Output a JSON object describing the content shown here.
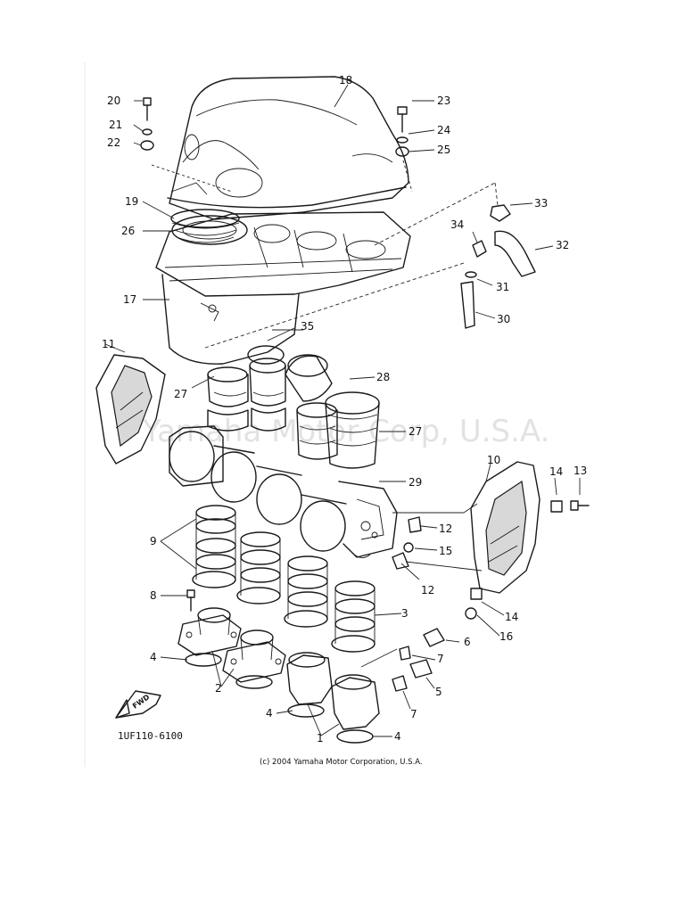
{
  "diagram": {
    "watermark": "Yamaha Motor Corp, U.S.A.",
    "drawing_number": "1UF110-6100",
    "copyright": "(c) 2004 Yamaha Motor Corporation, U.S.A.",
    "direction_marker": "FWD",
    "callouts": [
      "1",
      "2",
      "3",
      "4",
      "5",
      "6",
      "7",
      "8",
      "9",
      "10",
      "11",
      "12",
      "13",
      "14",
      "15",
      "16",
      "17",
      "18",
      "19",
      "20",
      "21",
      "22",
      "23",
      "24",
      "25",
      "26",
      "27",
      "28",
      "29",
      "30",
      "31",
      "32",
      "33",
      "34",
      "35"
    ],
    "icons": [
      "fwd-arrow-icon"
    ]
  }
}
